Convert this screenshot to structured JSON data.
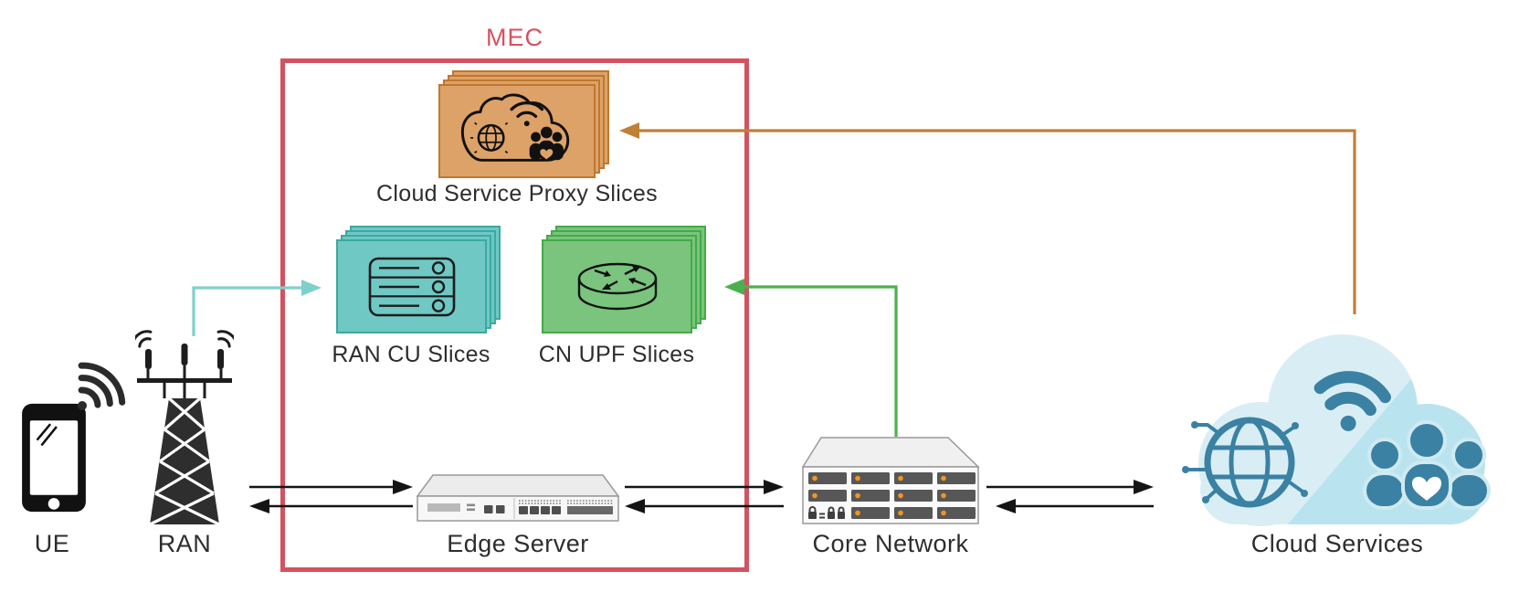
{
  "diagram": {
    "kind": "MEC network slicing architecture",
    "mec": {
      "label": "MEC",
      "border_color": "#d4525f"
    },
    "nodes": {
      "ue": {
        "label": "UE",
        "icon": "smartphone-wifi-icon"
      },
      "ran": {
        "label": "RAN",
        "icon": "cell-tower-icon"
      },
      "edge_server": {
        "label": "Edge Server",
        "icon": "edge-server-appliance-icon"
      },
      "core_network": {
        "label": "Core Network",
        "icon": "server-rack-icon",
        "led_color": "#f2951f"
      },
      "cloud_services": {
        "label": "Cloud Services",
        "icon": "cloud-globe-wifi-people-icon",
        "cloud_light": "#d9eef4",
        "cloud_dark": "#b9e4ef",
        "icon_color": "#3a81a3"
      },
      "cloud_service_proxy_slices": {
        "label": "Cloud Service Proxy Slices",
        "icon": "cloud-proxy-icon",
        "fill": "#dda268",
        "border": "#c0772f"
      },
      "ran_cu_slices": {
        "label": "RAN CU Slices",
        "icon": "server-unit-icon",
        "fill": "#6fc8c3",
        "border": "#3da8a2"
      },
      "cn_upf_slices": {
        "label": "CN UPF Slices",
        "icon": "router-icon",
        "fill": "#7ac47d",
        "border": "#43aa49"
      }
    },
    "connections": [
      {
        "from": "ran",
        "to": "edge_server",
        "style": "bidirectional",
        "color": "#141414"
      },
      {
        "from": "edge_server",
        "to": "core_network",
        "style": "bidirectional",
        "color": "#141414"
      },
      {
        "from": "core_network",
        "to": "cloud_services",
        "style": "bidirectional",
        "color": "#141414"
      },
      {
        "from": "ran",
        "to": "ran_cu_slices",
        "style": "elbow-arrow",
        "color": "#7fd0cb"
      },
      {
        "from": "core_network",
        "to": "cn_upf_slices",
        "style": "elbow-arrow",
        "color": "#4ab04f"
      },
      {
        "from": "cloud_services",
        "to": "cloud_service_proxy_slices",
        "style": "elbow-arrow",
        "color": "#c08035"
      }
    ]
  }
}
